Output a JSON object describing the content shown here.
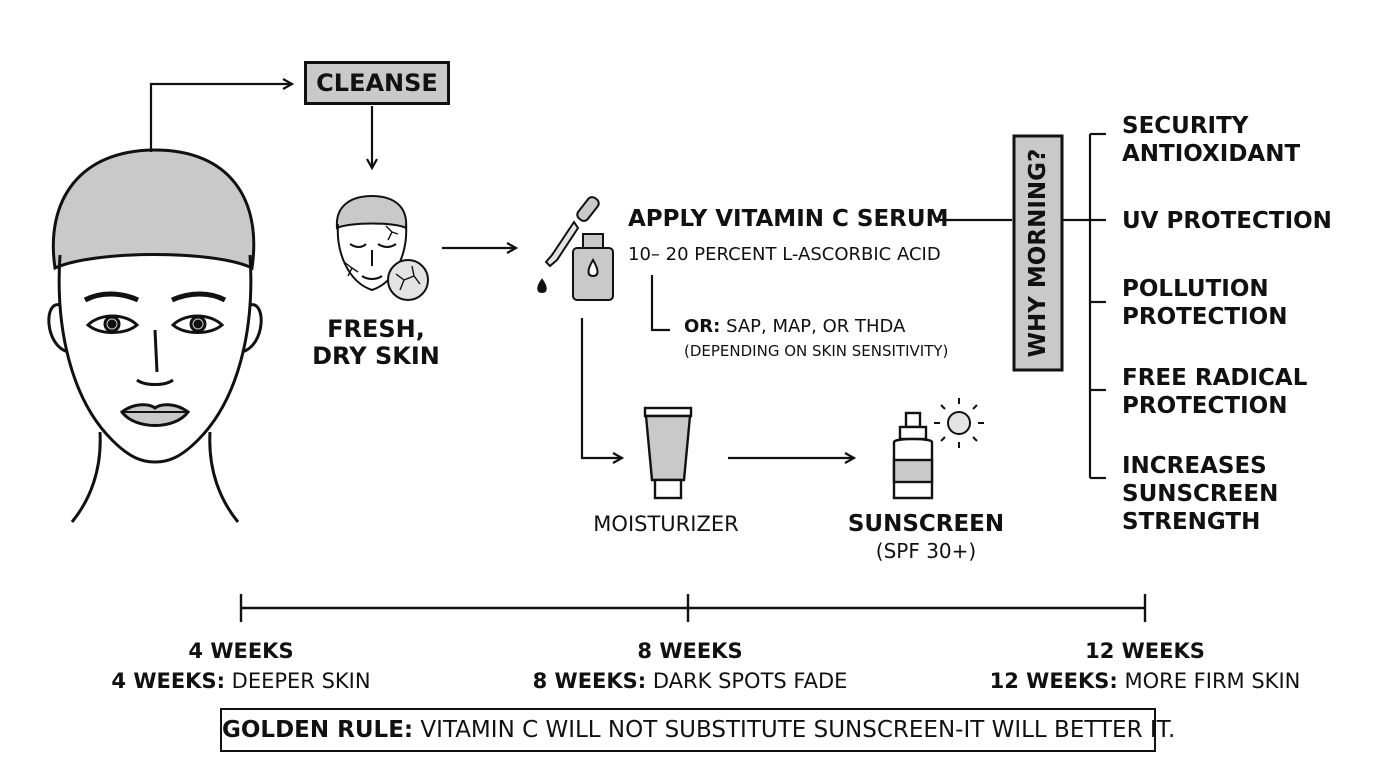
{
  "steps": {
    "cleanse": "CLEANSE",
    "fresh_skin": [
      "FRESH,",
      "DRY SKIN"
    ],
    "serum_title": "APPLY VITAMIN C SERUM",
    "serum_concentration": "10– 20 PERCENT L-ASCORBIC ACID",
    "serum_alt_prefix": "OR:",
    "serum_alt": " SAP, MAP, OR THDA",
    "serum_alt_note": "(DEPENDING ON SKIN SENSITIVITY)",
    "moisturizer": "MOISTURIZER",
    "sunscreen": "SUNSCREEN",
    "sunscreen_spf": "(SPF 30+)"
  },
  "why_morning": {
    "title": "WHY MORNING?",
    "reasons": [
      [
        "SECURITY",
        "ANTIOXIDANT"
      ],
      [
        "UV PROTECTION"
      ],
      [
        "POLLUTION",
        "PROTECTION"
      ],
      [
        "FREE RADICAL",
        "PROTECTION"
      ],
      [
        "INCREASES",
        "SUNSCREEN",
        "STRENGTH"
      ]
    ]
  },
  "timeline": [
    {
      "label": "4 WEEKS",
      "result_prefix": "4 WEEKS:",
      "result": " DEEPER SKIN"
    },
    {
      "label": "8 WEEKS",
      "result_prefix": "8 WEEKS:",
      "result": " DARK SPOTS FADE"
    },
    {
      "label": "12 WEEKS",
      "result_prefix": "12 WEEKS:",
      "result": " MORE FIRM SKIN"
    }
  ],
  "golden_rule": {
    "prefix": "GOLDEN RULE:",
    "text": " VITAMIN C WILL NOT SUBSTITUTE SUNSCREEN-IT WILL BETTER IT."
  },
  "colors": {
    "ink": "#111111",
    "fill": "#c9c9c9",
    "light": "#e3e3e3"
  }
}
